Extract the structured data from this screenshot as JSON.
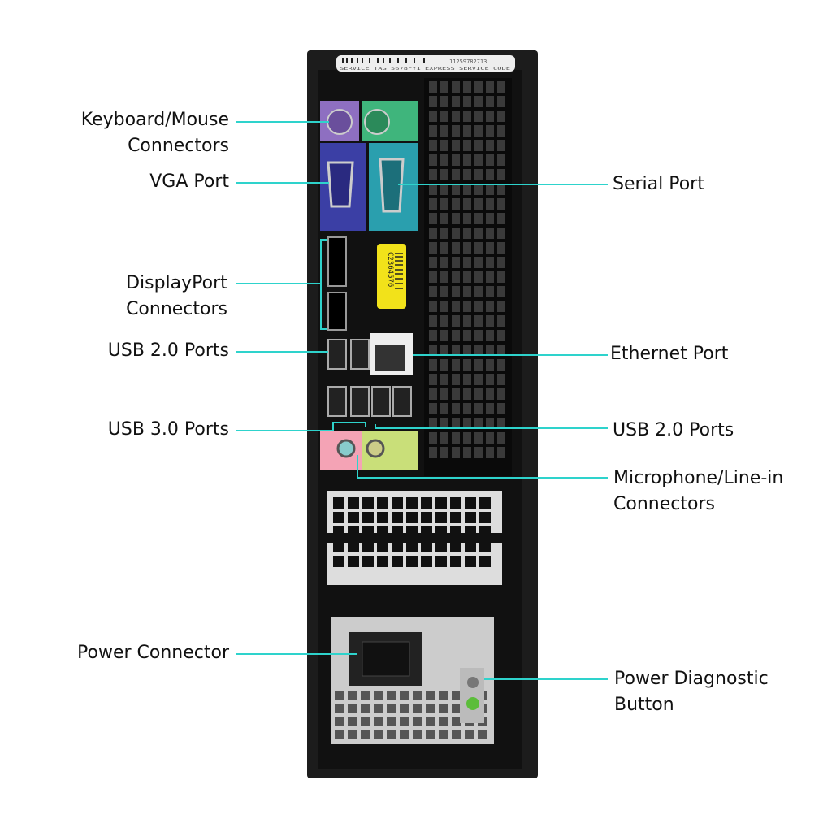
{
  "colors": {
    "callout_line": "#2ed3cc",
    "chassis": "#1a1a1a",
    "ps2_keyboard": "#8e6fc1",
    "ps2_mouse": "#3fb57c",
    "vga": "#3b3fa5",
    "serial": "#2a9fae",
    "mic": "#f4a3b5",
    "line_in": "#c9df79",
    "tag": "#f2e21a"
  },
  "service_tag": {
    "number": "11259782713",
    "text": "SERVICE TAG 5678FY1 EXPRESS SERVICE CODE"
  },
  "sticker": {
    "code": "C2364576"
  },
  "labels": {
    "keyboard_mouse": [
      "Keyboard/Mouse",
      "Connectors"
    ],
    "vga": "VGA Port",
    "displayport": [
      "DisplayPort",
      "Connectors"
    ],
    "usb2_left": "USB 2.0 Ports",
    "usb3": "USB 3.0 Ports",
    "power_connector": "Power Connector",
    "serial": "Serial Port",
    "ethernet": "Ethernet Port",
    "usb2_right": "USB 2.0 Ports",
    "mic_line": [
      "Microphone/Line-in",
      "Connectors"
    ],
    "power_diag": [
      "Power Diagnostic",
      "Button"
    ]
  }
}
